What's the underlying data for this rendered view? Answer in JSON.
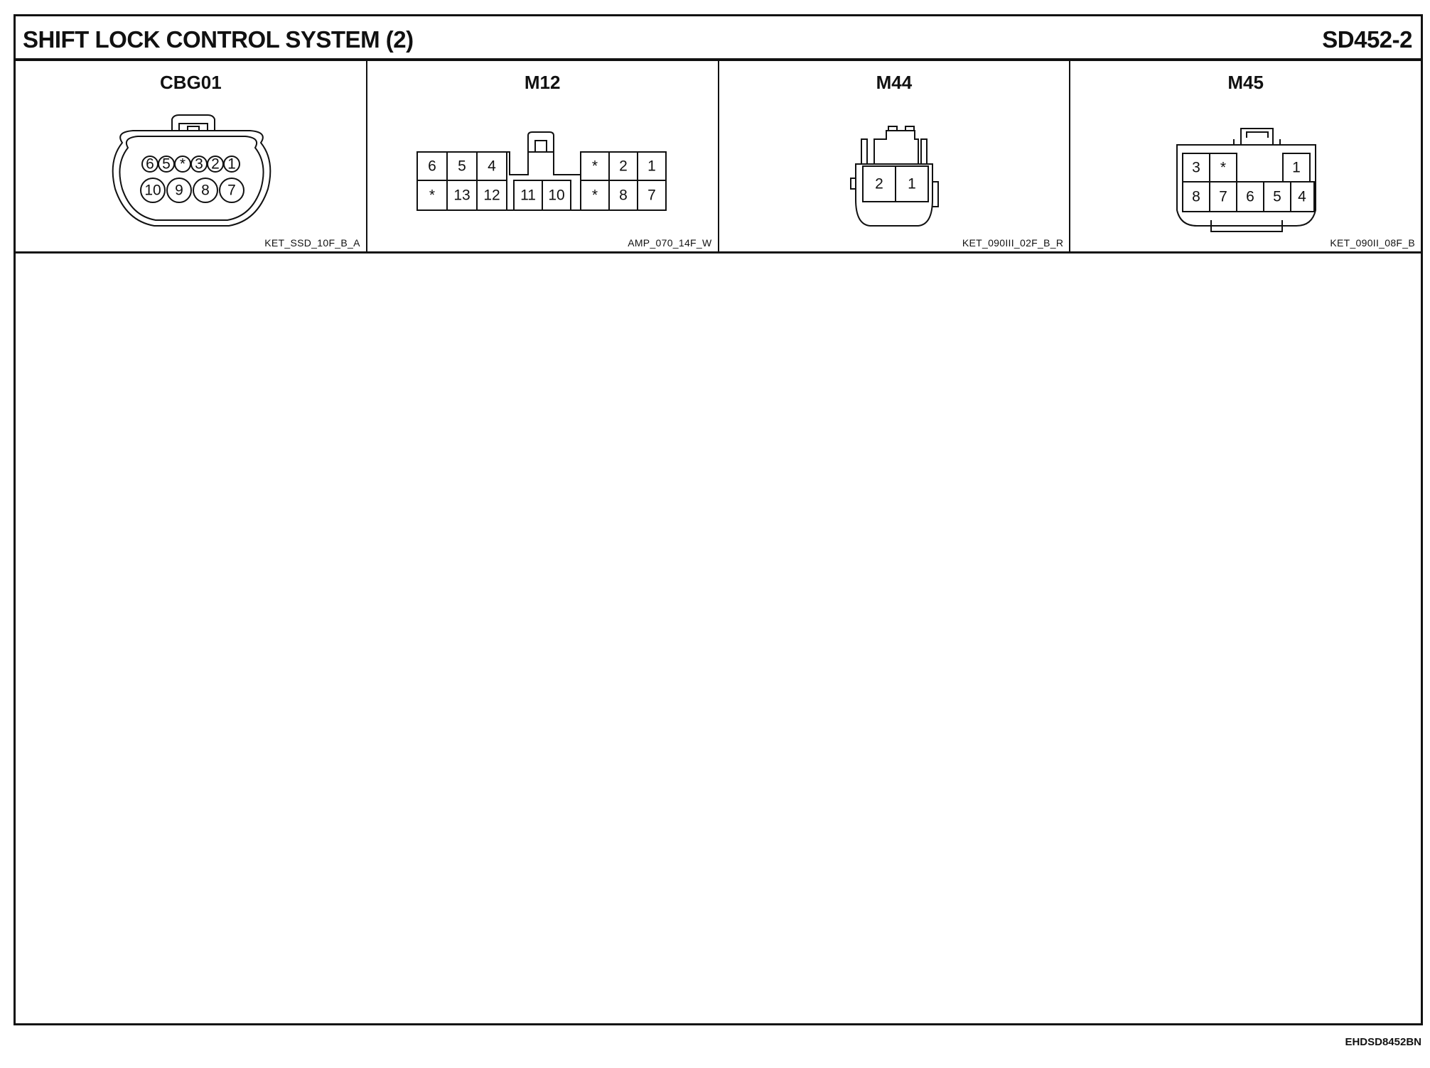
{
  "title": "SHIFT LOCK CONTROL SYSTEM (2)",
  "page_code": "SD452-2",
  "footer_code": "EHDSD8452BN",
  "connectors": [
    {
      "name": "CBG01",
      "code": "KET_SSD_10F_B_A",
      "pins_top": [
        "6",
        "5",
        "*",
        "3",
        "2",
        "1"
      ],
      "pins_bottom": [
        "10",
        "9",
        "8",
        "7"
      ]
    },
    {
      "name": "M12",
      "code": "AMP_070_14F_W",
      "pins_top": [
        "6",
        "5",
        "4",
        "*",
        "2",
        "1"
      ],
      "pins_bottom": [
        "*",
        "13",
        "12",
        "11",
        "10",
        "*",
        "8",
        "7"
      ]
    },
    {
      "name": "M44",
      "code": "KET_090III_02F_B_R",
      "pins_top": [],
      "pins_bottom": [
        "2",
        "1"
      ]
    },
    {
      "name": "M45",
      "code": "KET_090II_08F_B",
      "pins_top": [
        "3",
        "*",
        "1"
      ],
      "pins_bottom": [
        "8",
        "7",
        "6",
        "5",
        "4"
      ]
    }
  ]
}
